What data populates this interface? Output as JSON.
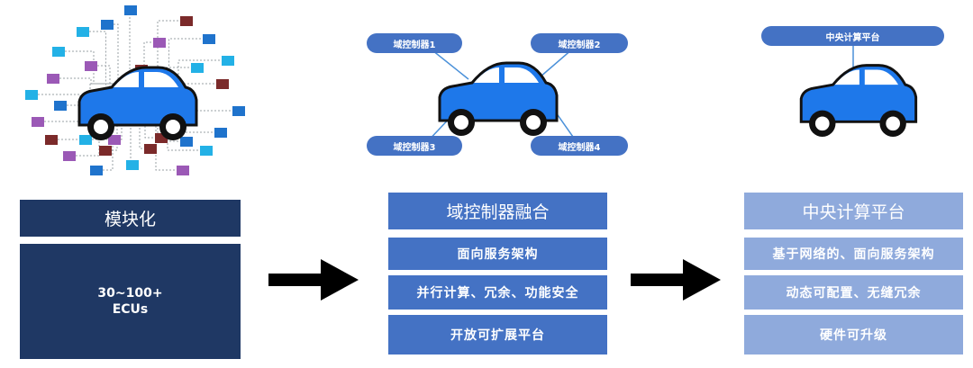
{
  "colors": {
    "navy": "#1f3864",
    "blue": "#4472c4",
    "light_blue": "#8faadc",
    "car_blue": "#1e78ea",
    "arrow": "#000000",
    "ecu_blue": "#1f73cc",
    "ecu_light": "#23b1e6",
    "ecu_purple": "#9b59b6",
    "ecu_brown": "#7b2a2a"
  },
  "panel1": {
    "title": "模块化",
    "ecu_line1": "30~100+",
    "ecu_line2": "ECUs"
  },
  "panel2": {
    "title": "域控制器融合",
    "items": [
      "面向服务架构",
      "并行计算、冗余、功能安全",
      "开放可扩展平台"
    ],
    "domains": [
      "域控制器1",
      "域控制器2",
      "域控制器3",
      "域控制器4"
    ]
  },
  "panel3": {
    "title": "中央计算平台",
    "items": [
      "基于网络的、面向服务架构",
      "动态可配置、无缝冗余",
      "硬件可升级"
    ],
    "top_label": "中央计算平台"
  },
  "icons": {
    "car": "car-icon",
    "arrow": "arrow-right-icon",
    "ecu": "ecu-module-icon"
  }
}
